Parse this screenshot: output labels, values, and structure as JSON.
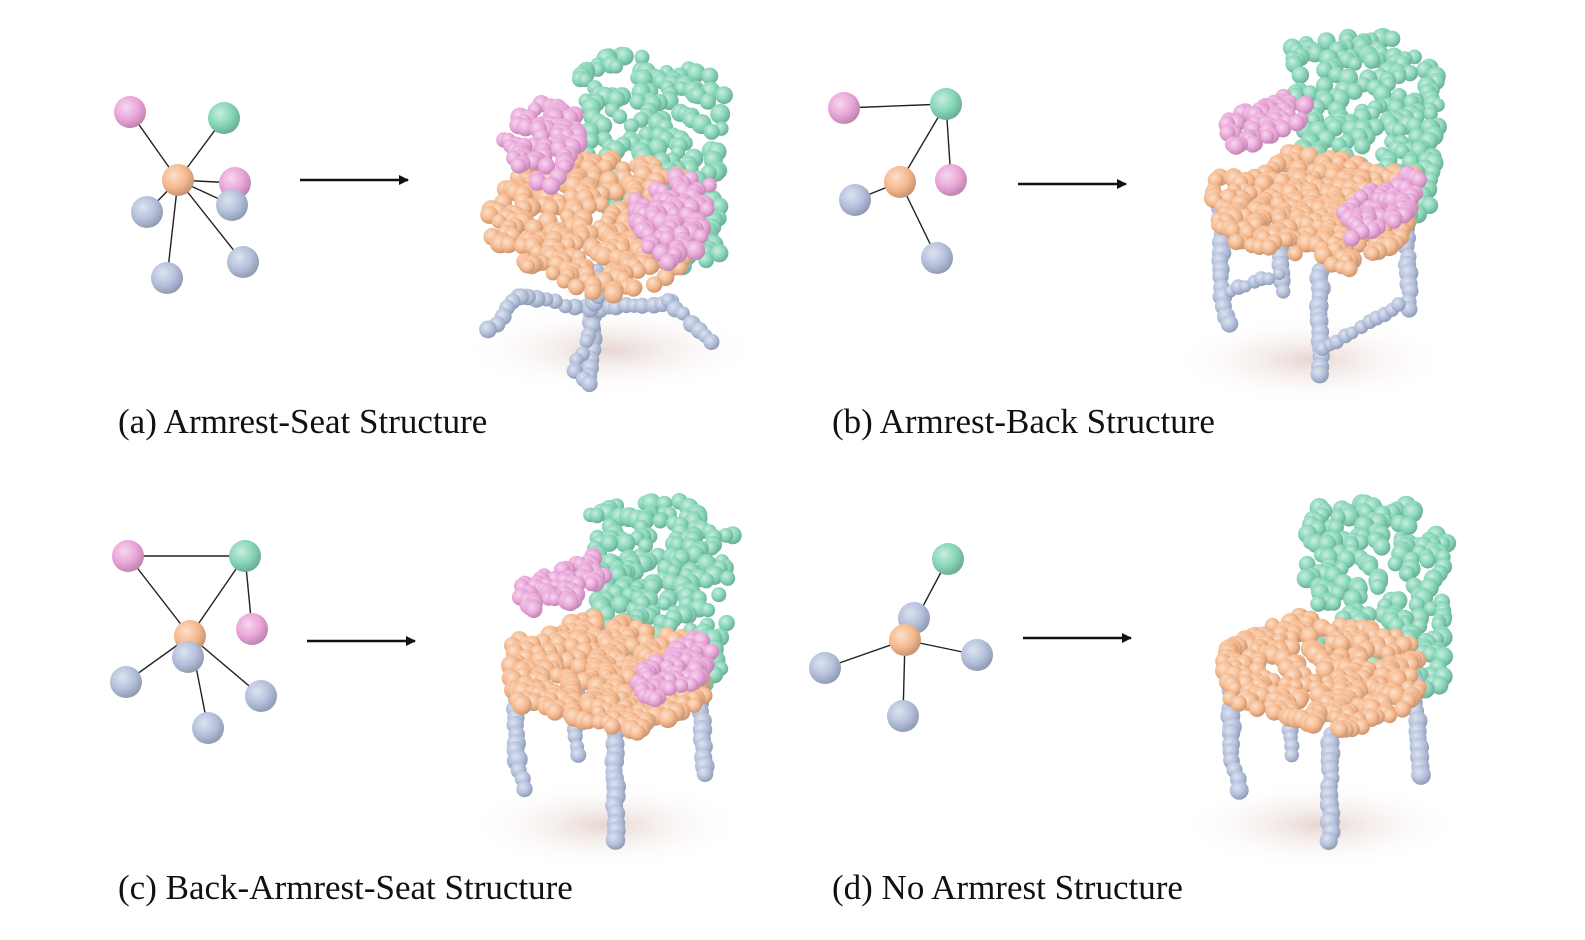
{
  "colors": {
    "seat": "#f6b98e",
    "back": "#86d6b8",
    "armrest": "#eaa6d9",
    "leg": "#b4c0dc",
    "edge": "#222222",
    "arrow": "#111111"
  },
  "panels": [
    {
      "id": "a",
      "caption": "(a) Armrest-Seat Structure",
      "nodes": [
        {
          "part": "armrest"
        },
        {
          "part": "back"
        },
        {
          "part": "seat"
        },
        {
          "part": "armrest"
        },
        {
          "part": "leg"
        },
        {
          "part": "leg"
        },
        {
          "part": "leg"
        },
        {
          "part": "leg"
        }
      ],
      "edges": [
        [
          2,
          0
        ],
        [
          2,
          1
        ],
        [
          2,
          3
        ],
        [
          2,
          4
        ],
        [
          2,
          5
        ],
        [
          2,
          6
        ],
        [
          2,
          7
        ]
      ],
      "chair": {
        "style": "swivel",
        "arms": true
      }
    },
    {
      "id": "b",
      "caption": "(b) Armrest-Back Structure",
      "nodes": [
        {
          "part": "armrest"
        },
        {
          "part": "back"
        },
        {
          "part": "seat"
        },
        {
          "part": "armrest"
        },
        {
          "part": "leg"
        },
        {
          "part": "leg"
        }
      ],
      "edges": [
        [
          0,
          1
        ],
        [
          1,
          2
        ],
        [
          1,
          3
        ],
        [
          2,
          4
        ],
        [
          2,
          5
        ]
      ],
      "chair": {
        "style": "four-leg",
        "arms": true
      }
    },
    {
      "id": "c",
      "caption": "(c) Back-Armrest-Seat Structure",
      "nodes": [
        {
          "part": "armrest"
        },
        {
          "part": "back"
        },
        {
          "part": "seat"
        },
        {
          "part": "armrest"
        },
        {
          "part": "leg"
        },
        {
          "part": "leg"
        },
        {
          "part": "leg"
        },
        {
          "part": "leg"
        }
      ],
      "edges": [
        [
          0,
          1
        ],
        [
          0,
          2
        ],
        [
          1,
          2
        ],
        [
          1,
          3
        ],
        [
          2,
          4
        ],
        [
          2,
          5
        ],
        [
          2,
          6
        ],
        [
          2,
          7
        ]
      ],
      "chair": {
        "style": "four-leg",
        "arms": true
      }
    },
    {
      "id": "d",
      "caption": "(d) No Armrest Structure",
      "nodes": [
        {
          "part": "back"
        },
        {
          "part": "leg"
        },
        {
          "part": "seat"
        },
        {
          "part": "leg"
        },
        {
          "part": "leg"
        },
        {
          "part": "leg"
        }
      ],
      "edges": [
        [
          2,
          0
        ],
        [
          2,
          1
        ],
        [
          2,
          3
        ],
        [
          2,
          4
        ],
        [
          2,
          5
        ]
      ],
      "chair": {
        "style": "four-leg",
        "arms": false
      }
    }
  ]
}
